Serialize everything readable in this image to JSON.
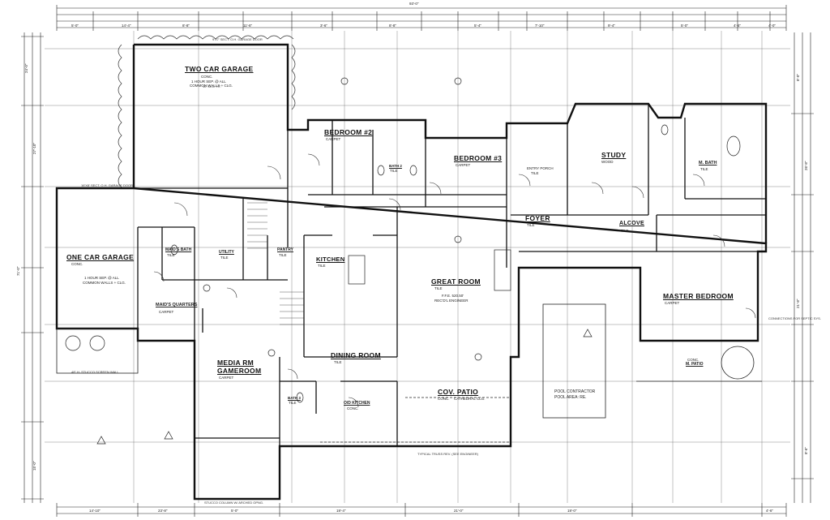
{
  "plan": {
    "overall_width": "93'-0\"",
    "rooms": {
      "two_car_garage": {
        "name": "TWO CAR GARAGE",
        "finish": "CONC.",
        "note1": "1 HOUR SEP. @ ALL",
        "note2": "COMMON WALLS + CLG."
      },
      "one_car_garage": {
        "name": "ONE CAR GARAGE",
        "finish": "CONC.",
        "note1": "1 HOUR SEP. @ ALL",
        "note2": "COMMON WALLS + CLG."
      },
      "bedroom2": {
        "name": "BEDROOM #2",
        "finish": "CARPET"
      },
      "bedroom3": {
        "name": "BEDROOM #3",
        "finish": "CARPET"
      },
      "study": {
        "name": "STUDY",
        "finish": "WOOD"
      },
      "foyer": {
        "name": "FOYER",
        "finish": "TILE"
      },
      "alcove": {
        "name": "ALCOVE",
        "finish": "TILE"
      },
      "great_room": {
        "name": "GREAT ROOM",
        "finish": "TILE",
        "ffe1": "F.F.E. 520.50'",
        "ffe2": "REC'D'L ENGINEER"
      },
      "kitchen": {
        "name": "KITCHEN",
        "finish": "TILE"
      },
      "dining_room": {
        "name": "DINING ROOM",
        "finish": "TILE"
      },
      "master_bedroom": {
        "name": "MASTER BEDROOM",
        "finish": "CARPET"
      },
      "master_bath": {
        "name": "M. BATH",
        "finish": "TILE"
      },
      "maids_quarters": {
        "name": "MAID'S QUARTERS",
        "finish": "CARPET"
      },
      "maids_bath": {
        "name": "MAID'S BATH",
        "finish": "TILE"
      },
      "utility": {
        "name": "UTILITY",
        "finish": "TILE"
      },
      "pantry": {
        "name": "PANTRY",
        "finish": "TILE"
      },
      "media_room": {
        "name": "MEDIA RM",
        "name2": "GAMEROOM",
        "finish": "CARPET"
      },
      "cov_patio": {
        "name": "COV. PATIO",
        "finish": "CONC.",
        "note": "CATHEDRAL CLG."
      },
      "outdoor_kitchen": {
        "name": "O/D KITCHEN",
        "finish": "CONC."
      },
      "m_patio": {
        "name": "M. PATIO",
        "finish": "CONC."
      },
      "bath2": {
        "name": "BATH 2",
        "finish": "TILE"
      },
      "bath3": {
        "name": "BATH 3",
        "finish": "TILE"
      },
      "entry_porch": {
        "name": "ENTRY PORCH",
        "finish": "TILE"
      }
    },
    "pool": {
      "line1": "POOL CONTRACTOR",
      "line2": "POOL AREA: RE."
    },
    "notes": {
      "garage_door_top": "9'X7' SECT. O.H. GARAGE DOOR",
      "garage_door_mid": "16'X8' SECT. O.H. GARAGE DOOR",
      "stucco_wall": "48\" H. STUCCO SCREEN WALL",
      "stucco_columns": "STUCCO COLUMN W/ ARCHED OPNG.",
      "truss": "TYPICAL TRUSS REV. (SEE ENGINEER)",
      "ceiling": "10' CLG. HT.",
      "septic": "CONNECTIONS FOR SEPTIC SYS."
    },
    "dims_top": [
      "5'-0\"",
      "14'-4\"",
      "8'-8\"",
      "11'-6\"",
      "3'-6\"",
      "8'-8\"",
      "5'-4\"",
      "7'-10\"",
      "9'-4\"",
      "5'-0\"",
      "4'-6\"",
      "4'-0\""
    ],
    "dims_bottom": [
      "14'-10\"",
      "23'-8\"",
      "5'-0\"",
      "19'-4\"",
      "21'-0\"",
      "19'-0\"",
      "4'-6\""
    ],
    "dims_left": [
      "24'-0\"",
      "27'-10\"",
      "71'-0\"",
      "15'-0\""
    ],
    "dims_right": [
      "8'-0\"",
      "26'-8\"",
      "21'-8\"",
      "8'-6\""
    ]
  }
}
